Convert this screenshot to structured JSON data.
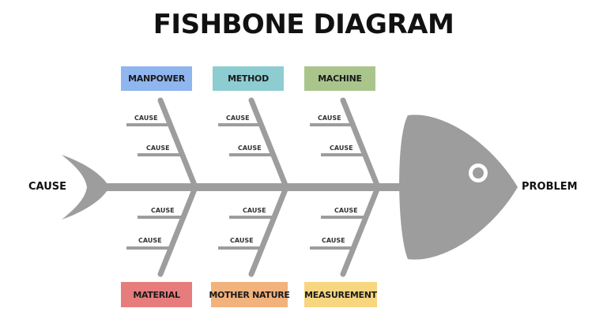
{
  "title": "FISHBONE DIAGRAM",
  "cause_label": "CAUSE",
  "problem_label": "PROBLEM",
  "categories": {
    "manpower": {
      "label": "MANPOWER",
      "color": "#8fb6ef"
    },
    "method": {
      "label": "METHOD",
      "color": "#8dcdd2"
    },
    "machine": {
      "label": "MACHINE",
      "color": "#a9c58c"
    },
    "material": {
      "label": "MATERIAL",
      "color": "#e77c7c"
    },
    "mother_nature": {
      "label": "MOTHER NATURE",
      "color": "#f2b27c"
    },
    "measurement": {
      "label": "MEASUREMENT",
      "color": "#f7d67f"
    }
  },
  "cause_text": "CAUSE",
  "fish_color": "#9d9d9d"
}
